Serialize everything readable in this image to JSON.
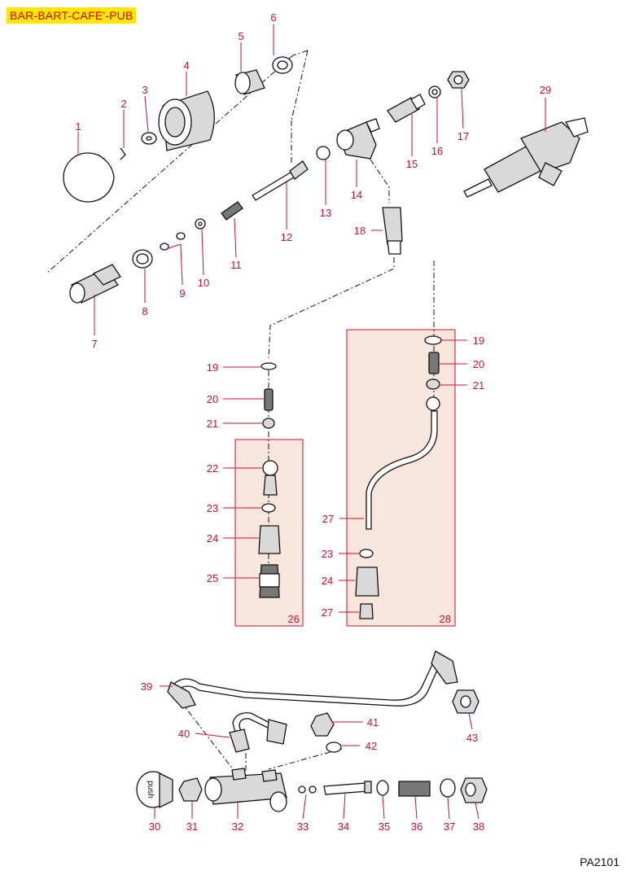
{
  "header": {
    "title": "BAR-BART-CAFE'-PUB"
  },
  "footer": {
    "code": "PA2101"
  },
  "parts": {
    "p1": "1",
    "p2": "2",
    "p3": "3",
    "p4": "4",
    "p5": "5",
    "p6": "6",
    "p7": "7",
    "p8": "8",
    "p9": "9",
    "p10": "10",
    "p11": "11",
    "p12": "12",
    "p13": "13",
    "p14": "14",
    "p15": "15",
    "p16": "16",
    "p17": "17",
    "p18": "18",
    "p29": "29",
    "k26_19": "19",
    "k26_20": "20",
    "k26_21": "21",
    "k26_22": "22",
    "k26_23": "23",
    "k26_24": "24",
    "k26_25": "25",
    "k26": "26",
    "k28_19": "19",
    "k28_20": "20",
    "k28_21": "21",
    "k28_27a": "27",
    "k28_23": "23",
    "k28_24": "24",
    "k28_27b": "27",
    "k28": "28",
    "p30": "30",
    "p31": "31",
    "p32": "32",
    "p33": "33",
    "p34": "34",
    "p35": "35",
    "p36": "36",
    "p37": "37",
    "p38": "38",
    "p39": "39",
    "p40": "40",
    "p41": "41",
    "p42": "42",
    "p43": "43"
  },
  "knob_text": "push",
  "colors": {
    "label": "#c8102e",
    "kit_fill": "#f8e6dd",
    "badge": "#ffe600"
  }
}
